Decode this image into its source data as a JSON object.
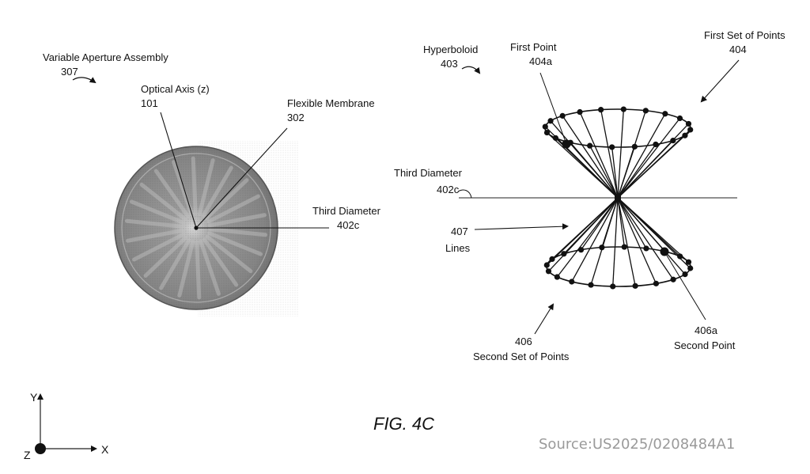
{
  "figure_label": "FIG. 4C",
  "source": "Source:US2025/0208484A1",
  "left_view": {
    "assembly": {
      "name": "Variable Aperture Assembly",
      "ref": "307"
    },
    "optical_axis": {
      "name": "Optical Axis (z)",
      "ref": "101"
    },
    "membrane": {
      "name": "Flexible Membrane",
      "ref": "302"
    },
    "third_diameter": {
      "name": "Third Diameter",
      "ref": "402c"
    }
  },
  "right_view": {
    "hyperboloid": {
      "name": "Hyperboloid",
      "ref": "403"
    },
    "first_point": {
      "name": "First Point",
      "ref": "404a"
    },
    "first_set": {
      "name": "First Set of Points",
      "ref": "404"
    },
    "third_diameter": {
      "name": "Third Diameter",
      "ref": "402c"
    },
    "lines": {
      "name": "Lines",
      "ref": "407"
    },
    "second_set": {
      "name": "Second Set of Points",
      "ref": "406"
    },
    "second_point": {
      "name": "Second Point",
      "ref": "406a"
    },
    "points_per_ring": 20
  },
  "axes": {
    "y": "Y",
    "x": "X",
    "z": "Z"
  },
  "colors": {
    "ink": "#111111",
    "membrane": "#8a8a8a",
    "source": "#9a9a9a"
  }
}
